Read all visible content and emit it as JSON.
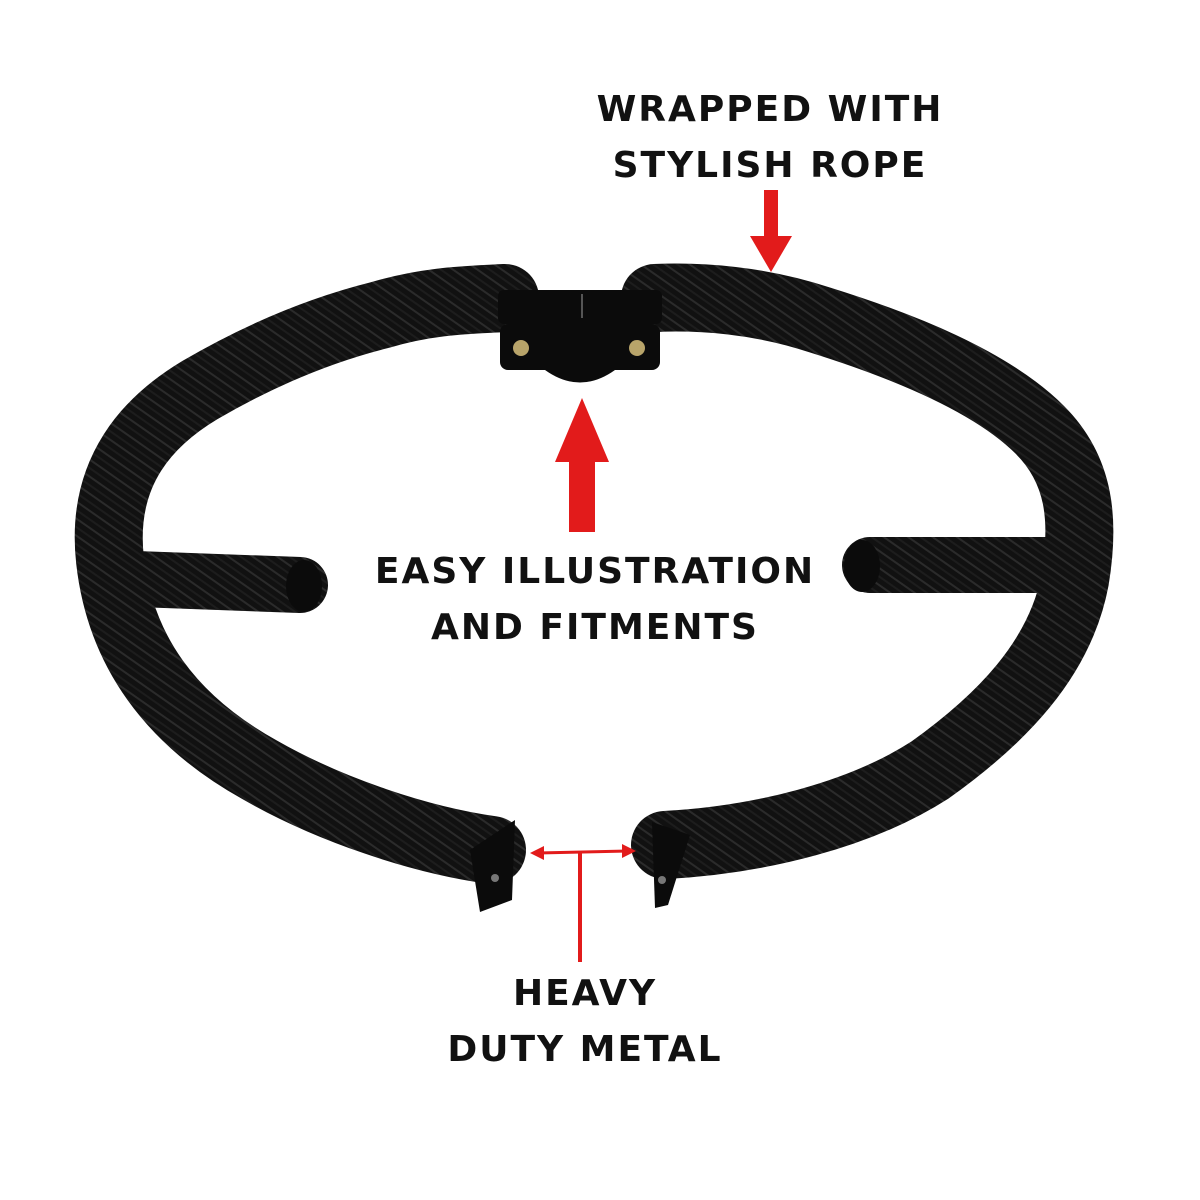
{
  "captions": {
    "rope": {
      "line1": "WRAPPED WITH",
      "line2": "STYLISH ROPE"
    },
    "fitment": {
      "line1": "EASY ILLUSTRATION",
      "line2": "AND FITMENTS"
    },
    "metal": {
      "line1": "HEAVY",
      "line2": "DUTY METAL"
    }
  },
  "colors": {
    "background": "#ffffff",
    "rope": "#111111",
    "rope_texture": "#2b2b2b",
    "metal": "#0b0b0b",
    "arrow": "#e21b1b",
    "text": "#111111"
  },
  "icons": [
    "down-arrow",
    "up-arrow",
    "double-headed-arrow"
  ]
}
